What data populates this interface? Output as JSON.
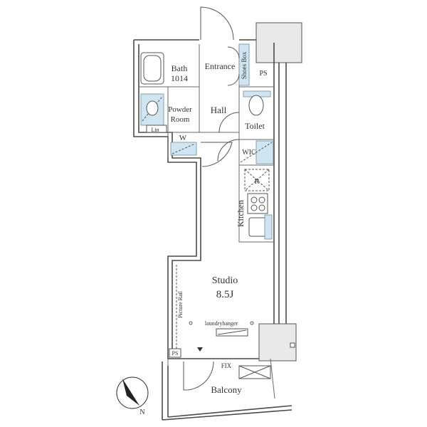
{
  "rooms": {
    "bath": {
      "name": "Bath",
      "size": "1014"
    },
    "entrance": "Entrance",
    "shoes_box": "Shoes Box",
    "ps_top": "PS",
    "powder_room": {
      "line1": "Powder",
      "line2": "Room"
    },
    "hall": "Hall",
    "toilet": "Toilet",
    "linen": "Lin",
    "washer": "W",
    "wic": "WIC",
    "refrigerator": "R",
    "kitchen": "Kitchen",
    "studio": {
      "name": "Studio",
      "size": "8.5J"
    },
    "picture_rail": "Picture Rail",
    "laundry_hanger": "laundryhanger",
    "ps_bottom": "PS",
    "fix": "FIX",
    "balcony": "Balcony"
  },
  "compass": {
    "label": "N"
  }
}
